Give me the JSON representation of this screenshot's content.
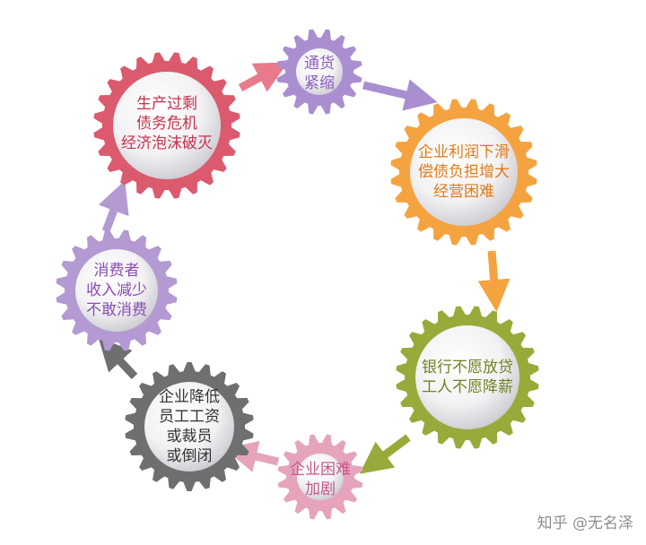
{
  "nodes": [
    {
      "id": "overproduction",
      "lines": [
        "生产过剩",
        "债务危机",
        "经济泡沫破灭"
      ],
      "color": "#dc5a6e",
      "text_color": "#c8304a"
    },
    {
      "id": "deflation",
      "lines": [
        "通货",
        "紧缩"
      ],
      "color": "#a98fd0",
      "text_color": "#8a5cc0"
    },
    {
      "id": "profit",
      "lines": [
        "企业利润下滑",
        "偿债负担增大",
        "经营困难"
      ],
      "color": "#f5a340",
      "text_color": "#e07a18"
    },
    {
      "id": "bank",
      "lines": [
        "银行不愿放贷",
        "工人不愿降薪"
      ],
      "color": "#9aaa3a",
      "text_color": "#6f8420"
    },
    {
      "id": "difficulty",
      "lines": [
        "企业困难",
        "加剧"
      ],
      "color": "#e6a4bc",
      "text_color": "#c4588a"
    },
    {
      "id": "layoff",
      "lines": [
        "企业降低",
        "员工工资",
        "或裁员",
        "或倒闭"
      ],
      "color": "#6f6f6f",
      "text_color": "#333333"
    },
    {
      "id": "consumer",
      "lines": [
        "消费者",
        "收入减少",
        "不敢消费"
      ],
      "color": "#b49ad2",
      "text_color": "#8a4cb4"
    }
  ],
  "watermark": "知乎 @无名泽"
}
